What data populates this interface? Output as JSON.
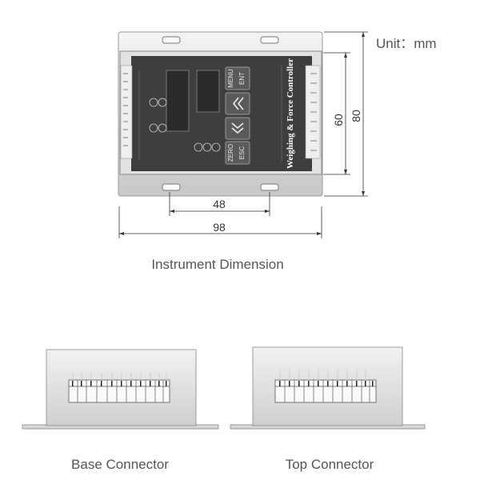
{
  "unit_label": "Unit：mm",
  "dimensions": {
    "d48": "48",
    "d98": "98",
    "d60": "60",
    "d80": "80"
  },
  "captions": {
    "instrument": "Instrument Dimension",
    "base": "Base Connector",
    "top": "Top Connector"
  },
  "device": {
    "brand": "Weighing & Force Controller",
    "buttons": {
      "menu": "MENU",
      "ent": "ENT",
      "zero": "ZERO",
      "esc": "ESC"
    }
  },
  "colors": {
    "panel": "#3e3e3e",
    "frame": "#e4e4e4",
    "line": "#555555"
  }
}
